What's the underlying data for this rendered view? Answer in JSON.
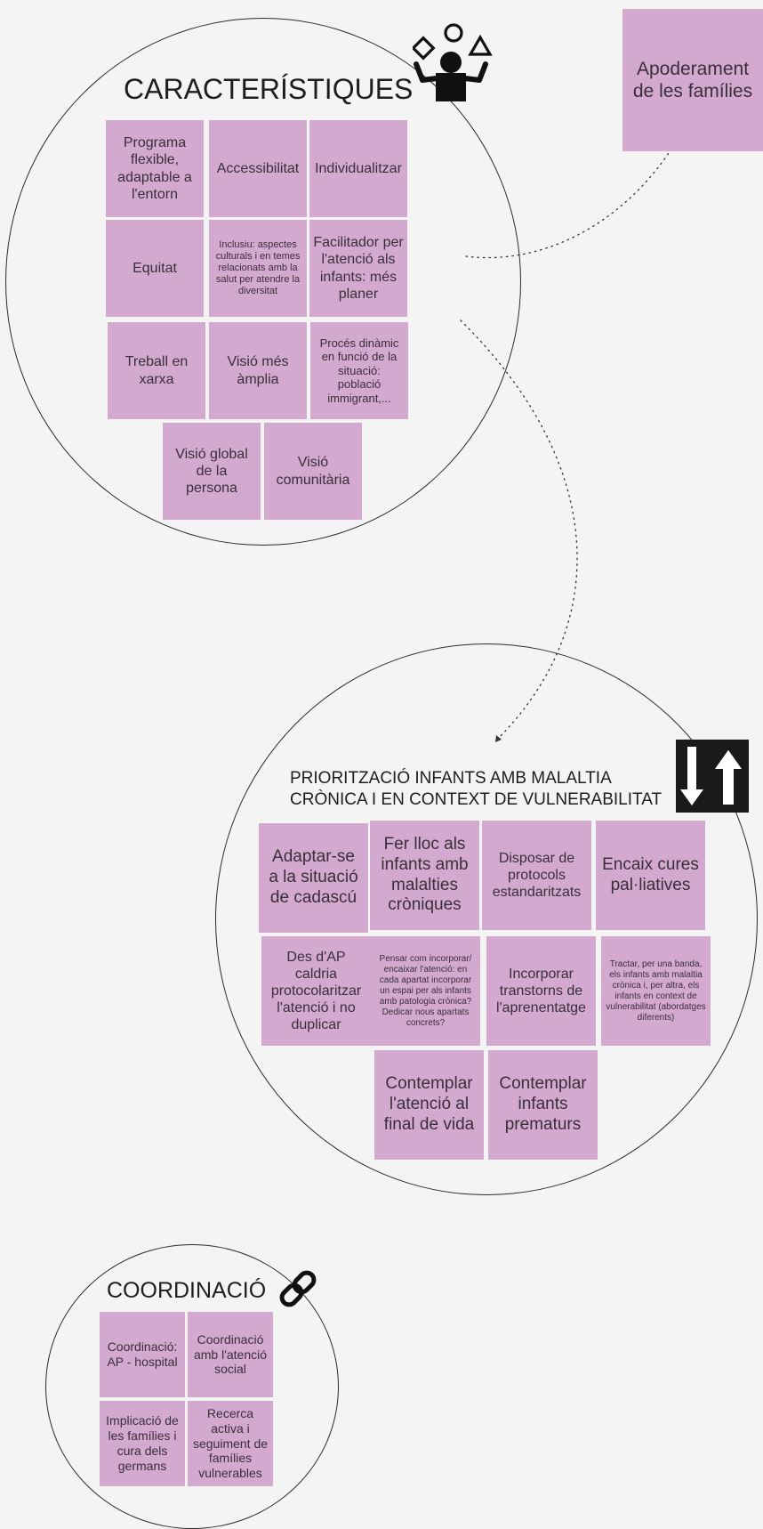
{
  "sections": {
    "caracteristiques": {
      "title": "CARACTERÍSTIQUES",
      "notes": [
        "Programa flexible, adaptable a l'entorn",
        "Accessibilitat",
        "Individualitzar",
        "Equitat",
        "Inclusiu: aspectes culturals i en temes relacionats amb la salut per atendre la diversitat",
        "Facilitador per l'atenció als infants: més planer",
        "Treball en xarxa",
        "Visió més àmplia",
        "Procés dinàmic en funció de la situació: població immigrant,...",
        "Visió global de la persona",
        "Visió comunitària"
      ]
    },
    "apoderament": {
      "note": "Apoderament de les famílies"
    },
    "prioritzacio": {
      "title_line1": "PRIORITZACIÓ INFANTS AMB MALALTIA",
      "title_line2": "CRÒNICA I EN CONTEXT DE VULNERABILITAT",
      "notes": [
        "Adaptar-se a la situació de cadascú",
        "Fer lloc als infants amb malalties cròniques",
        "Disposar de protocols estandaritzats",
        "Encaix cures pal·liatives",
        "Des d'AP caldria protocolaritzar l'atenció i no duplicar",
        "Pensar com incorporar/ encaixar l'atenció: en cada apartat incorporar un espai per als infants amb patologia crònica? Dedicar nous apartats concrets?",
        "Incorporar transtorns de l'aprenentatge",
        "Tractar, per una banda, els infants amb malaltia crònica i, per altra, els infants en context de vulnerabilitat (abordatges diferents)",
        "Contemplar l'atenció al final de vida",
        "Contemplar infants prematurs"
      ]
    },
    "coordinacio": {
      "title": "COORDINACIÓ",
      "notes": [
        "Coordinació: AP - hospital",
        "Coordinació amb l'atenció social",
        "Implicació de les famílies i cura dels germans",
        "Recerca activa i seguiment de famílies vulnerables"
      ]
    }
  },
  "colors": {
    "sticky": "#d3a9d0",
    "background": "#f3f4f3",
    "line": "#2b2b2b"
  },
  "icons": [
    "juggler-icon",
    "up-down-arrows-icon",
    "chain-link-icon"
  ]
}
